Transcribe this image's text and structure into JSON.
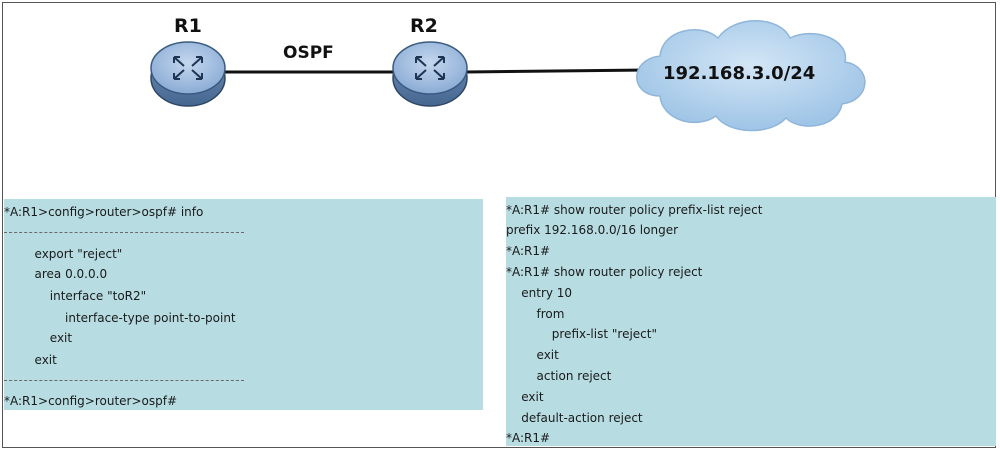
{
  "topology": {
    "routers": [
      {
        "name": "R1"
      },
      {
        "name": "R2"
      }
    ],
    "link_protocol": "OSPF",
    "network": "192.168.3.0/24",
    "colors": {
      "router_fill": "#7b9ec9",
      "router_top": "#a9c3e3",
      "cloud_fill": "#b4d2ec",
      "link": "#111111"
    }
  },
  "left_panel": {
    "lines": [
      "*A:R1>config>router>ospf# info",
      "",
      "        export \"reject\"",
      "        area 0.0.0.0",
      "            interface \"toR2\"",
      "                interface-type point-to-point",
      "            exit",
      "        exit",
      "",
      "*A:R1>config>router>ospf#"
    ],
    "color": "#b7dde3"
  },
  "right_panel": {
    "lines": [
      "*A:R1# show router policy prefix-list reject",
      "prefix 192.168.0.0/16 longer",
      "*A:R1#",
      "*A:R1# show router policy reject",
      "    entry 10",
      "        from",
      "            prefix-list \"reject\"",
      "        exit",
      "        action reject",
      "    exit",
      "    default-action reject",
      "*A:R1#"
    ],
    "color": "#b7dde3"
  }
}
